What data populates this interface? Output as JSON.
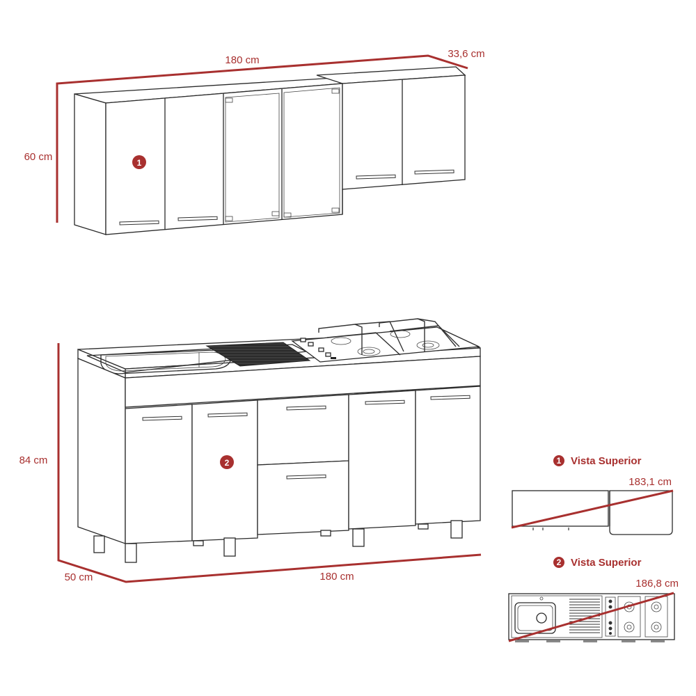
{
  "colors": {
    "dimension": "#a8302f",
    "line": "#2a2a2a",
    "background": "#ffffff"
  },
  "upper_cabinet": {
    "badge": "1",
    "dimensions": {
      "width": "180 cm",
      "depth": "33,6 cm",
      "height": "60 cm"
    },
    "doors": [
      "solid",
      "solid",
      "glass",
      "glass",
      "solid",
      "solid"
    ]
  },
  "lower_cabinet": {
    "badge": "2",
    "dimensions": {
      "height": "84 cm",
      "depth": "50 cm",
      "width": "180 cm"
    },
    "features": [
      "sink",
      "drainboard",
      "4-burner-cooktop",
      "4 doors",
      "2 drawers"
    ]
  },
  "top_views": [
    {
      "badge": "1",
      "title": "Vista Superior",
      "diagonal": "183,1 cm"
    },
    {
      "badge": "2",
      "title": "Vista Superior",
      "diagonal": "186,8 cm"
    }
  ]
}
